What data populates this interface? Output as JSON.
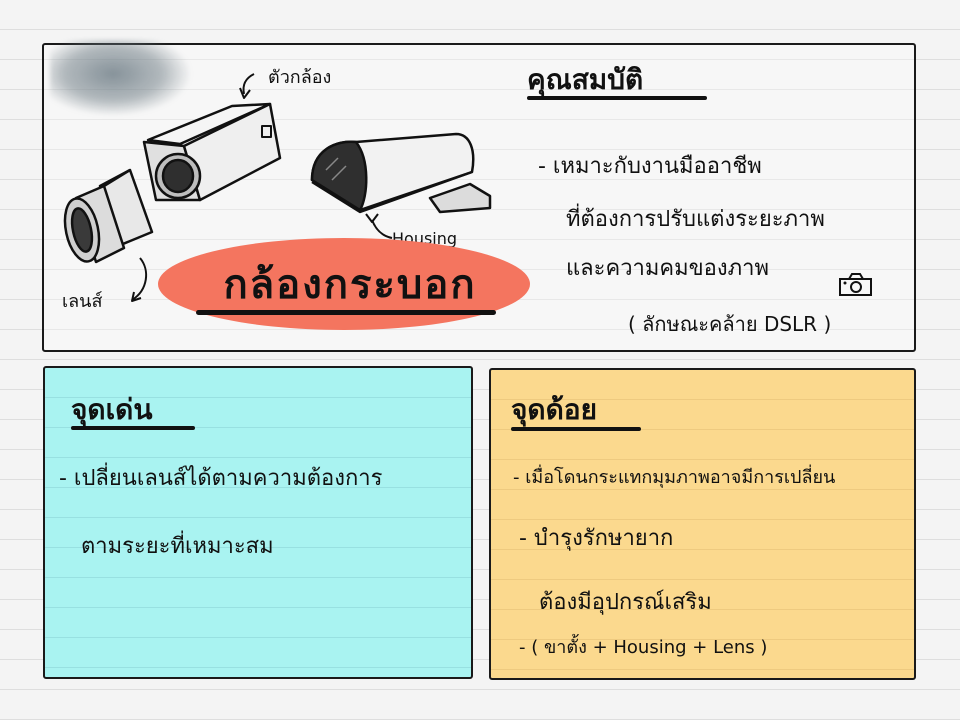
{
  "camera_illustration": {
    "label_body": "ตัวกล้อง",
    "label_lens": "เลนส์",
    "label_housing": "Housing",
    "title": "กล้องกระบอก"
  },
  "properties": {
    "heading": "คุณสมบัติ",
    "line_1": "- เหมาะกับงานมืออาชีพ",
    "line_2": "ที่ต้องการปรับแต่งระยะภาพ",
    "line_3": "และความคมของภาพ",
    "note": "( ลักษณะคล้าย DSLR )"
  },
  "pros": {
    "heading": "จุดเด่น",
    "line_1": "- เปลี่ยนเลนส์ได้ตามความต้องการ",
    "line_2": "ตามระยะที่เหมาะสม"
  },
  "cons": {
    "heading": "จุดด้อย",
    "line_1": "- เมื่อโดนกระแทกมุมภาพอาจมีการเปลี่ยน",
    "line_2": "- บำรุงรักษายาก",
    "line_3": "ต้องมีอุปกรณ์เสริม",
    "line_4": "- ( ขาตั้ง + Housing + Lens )"
  },
  "colors": {
    "title_blob": "#f4755f",
    "pros_panel": "#a9f3f1",
    "cons_panel": "#fbd98e",
    "ink": "#111111"
  }
}
